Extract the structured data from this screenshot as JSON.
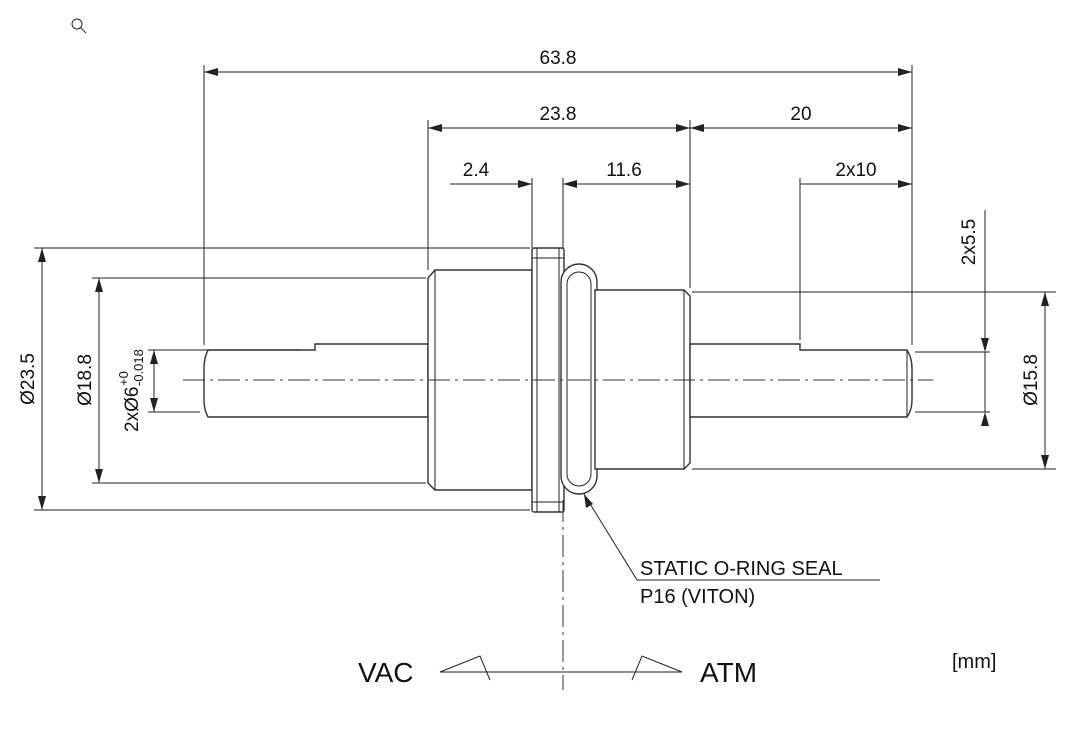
{
  "toolbar": {
    "zoom_icon": "magnifier-icon"
  },
  "dimensions": {
    "overall_length": "63.8",
    "body_length": "23.8",
    "atm_shaft_length": "20",
    "flange_width": "2.4",
    "oring_to_shoulder": "11.6",
    "flats_length": "2x10",
    "flats_depth": "2x5.5",
    "outer_diameter": "Ø23.5",
    "body_diameter": "Ø18.8",
    "shaft_diameter_main": "2xØ6",
    "shaft_tol_upper": "+0",
    "shaft_tol_lower": "-0.018",
    "atm_diameter": "Ø15.8"
  },
  "callout": {
    "line1": "STATIC O-RING SEAL",
    "line2": "P16 (VITON)"
  },
  "sides": {
    "vac": "VAC",
    "atm": "ATM"
  },
  "units": "[mm]"
}
